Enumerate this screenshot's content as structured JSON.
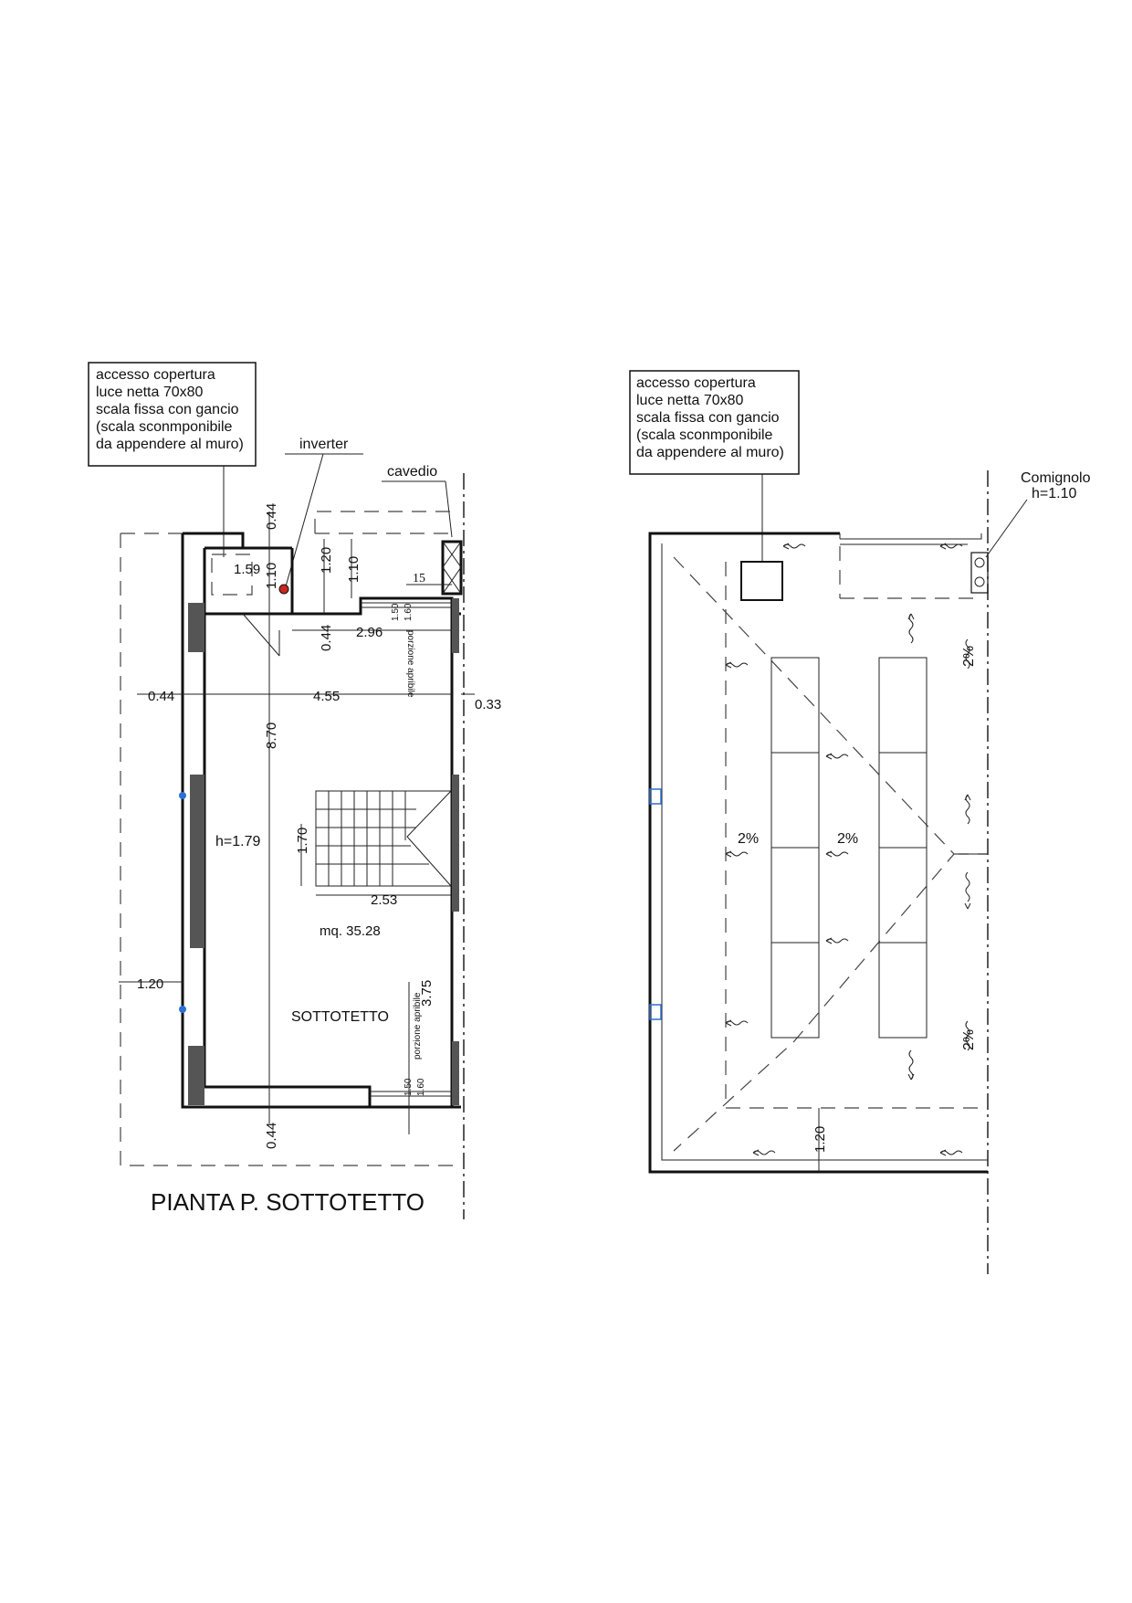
{
  "left_plan": {
    "access_note": [
      "accesso copertura",
      "luce netta 70x80",
      "scala fissa con gancio",
      "(scala sconmponibile",
      "da appendere al muro)"
    ],
    "inverter_label": "inverter",
    "cavedio_label": "cavedio",
    "dimensions": {
      "d_0_44_top": "0.44",
      "d_1_59": "1.59",
      "d_1_10_a": "1.10",
      "d_1_20": "1.20",
      "d_1_10_b": "1.10",
      "d_15": "15",
      "d_1_50_top": "1.50",
      "d_1_60_top": "1.60",
      "d_0_44_mid": "0.44",
      "d_2_96": "2.96",
      "d_0_44_left": "0.44",
      "d_4_55": "4.55",
      "d_0_33": "0.33",
      "d_8_70": "8.70",
      "d_1_70": "1.70",
      "d_2_53": "2.53",
      "d_3_75": "3.75",
      "d_1_20_left": "1.20",
      "d_1_50_bot": "1.50",
      "d_1_60_bot": "1.60",
      "d_0_44_bot": "0.44"
    },
    "porzione_top": "porzione apribile",
    "porzione_bot": "porzione apribile",
    "height_label": "h=1.79",
    "area_label": "mq.  35.28",
    "room_label": "SOTTOTETTO",
    "title": "PIANTA P. SOTTOTETTO"
  },
  "right_plan": {
    "access_note": [
      "accesso copertura",
      "luce netta 70x80",
      "scala fissa con gancio",
      "(scala sconmponibile",
      "da appendere al muro)"
    ],
    "chimney_label": [
      "Comignolo",
      "h=1.10"
    ],
    "slopes": [
      "2%",
      "2%",
      "2%",
      "2%",
      "2%"
    ],
    "dim_1_20": "1.20"
  }
}
